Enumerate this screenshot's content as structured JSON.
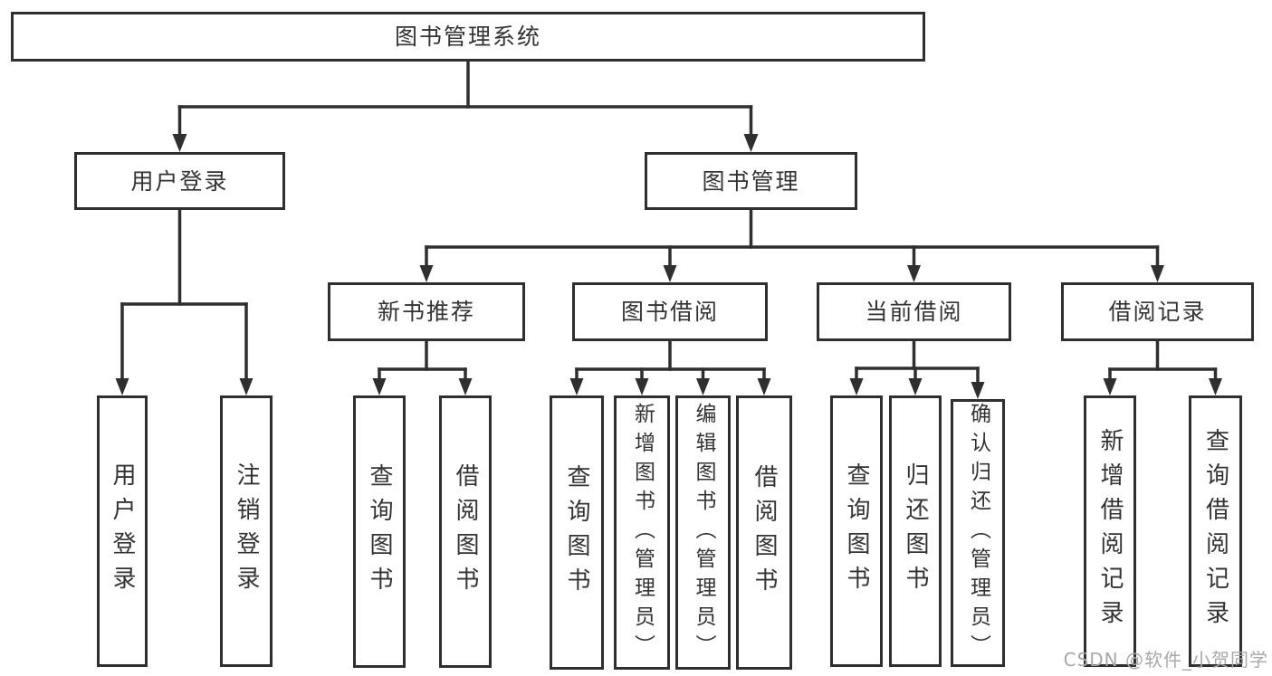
{
  "tree": {
    "root": {
      "label": "图书管理系统"
    },
    "branches": [
      {
        "label": "用户登录",
        "children": [
          {
            "label": "用户登录"
          },
          {
            "label": "注销登录"
          }
        ]
      },
      {
        "label": "图书管理",
        "children": [
          {
            "label": "新书推荐",
            "children": [
              {
                "label": "查询图书"
              },
              {
                "label": "借阅图书"
              }
            ]
          },
          {
            "label": "图书借阅",
            "children": [
              {
                "label": "查询图书"
              },
              {
                "label": "新增图书（管理员）"
              },
              {
                "label": "编辑图书（管理员）"
              },
              {
                "label": "借阅图书"
              }
            ]
          },
          {
            "label": "当前借阅",
            "children": [
              {
                "label": "查询图书"
              },
              {
                "label": "归还图书"
              },
              {
                "label": "确认归还（管理员）"
              }
            ]
          },
          {
            "label": "借阅记录",
            "children": [
              {
                "label": "新增借阅记录"
              },
              {
                "label": "查询借阅记录"
              }
            ]
          }
        ]
      }
    ]
  },
  "watermark": {
    "text": "CSDN @软件_小贺同学"
  },
  "colors": {
    "line": "#2f2f2f",
    "text": "#333333",
    "box_background": "#ffffff",
    "watermark": "#a8a8a8",
    "background": "#ffffff"
  }
}
